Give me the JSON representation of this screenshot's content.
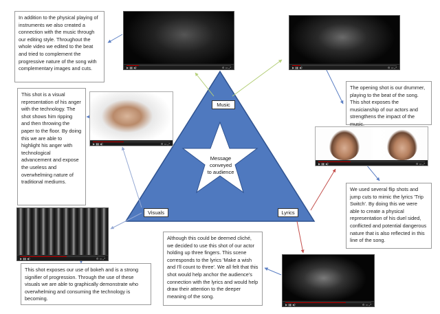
{
  "diagram": {
    "center_text": "Message conveyed to audience",
    "vertex_labels": {
      "top": "Music",
      "left": "Visuals",
      "right": "Lyrics"
    }
  },
  "boxes": {
    "editing": "In addition to the physical playing of instruments we also created a connection with the music through our editing style. Throughout the whole video we edited to the beat and tried to complement the progressive nature of the song with complementary images and cuts.",
    "drummer": "The opening shot is our drummer, playing to the beat of the song. This shot exposes the musicianship of our actors and strengthens the impact of the music.",
    "anger": "This shot is a visual representation of his anger with the technology. The shot shows him ripping and then throwing the paper to the floor. By doing this we are able to highlight his anger with technological advancement and expose the useless and overwhelming nature of traditional mediums.",
    "flip": "We used several flip shots and jump cuts to mimic the lyrics 'Trip Switch'. By doing this we were able to create a physical representation of his duel sided, conflicted and potential dangerous nature that is also reflected in this line of the song.",
    "bokeh": "This shot exposes our use of bokeh and is a strong signifier of progression. Through the use of these visuals we are able to graphically demonstrate who overwhelming and consuming the technology is becoming.",
    "cliche": "Although this could be deemed cliché, we decided to use this shot of our actor holding up three fingers. This scene corresponds to the lyrics 'Make a wish and I'll count to three'. We all felt that this shot would help anchor the audience's connection with the lyrics and would help draw their attention to the deeper meaning of the song."
  },
  "colors": {
    "triangle": "#4f79bf",
    "triangle_stroke": "#2f528f",
    "arrow_music": "#b5cf7a",
    "arrow_visuals": "#95a9d4",
    "arrow_lyrics": "#c4504d",
    "arrow_blue": "#5b7fc4"
  }
}
